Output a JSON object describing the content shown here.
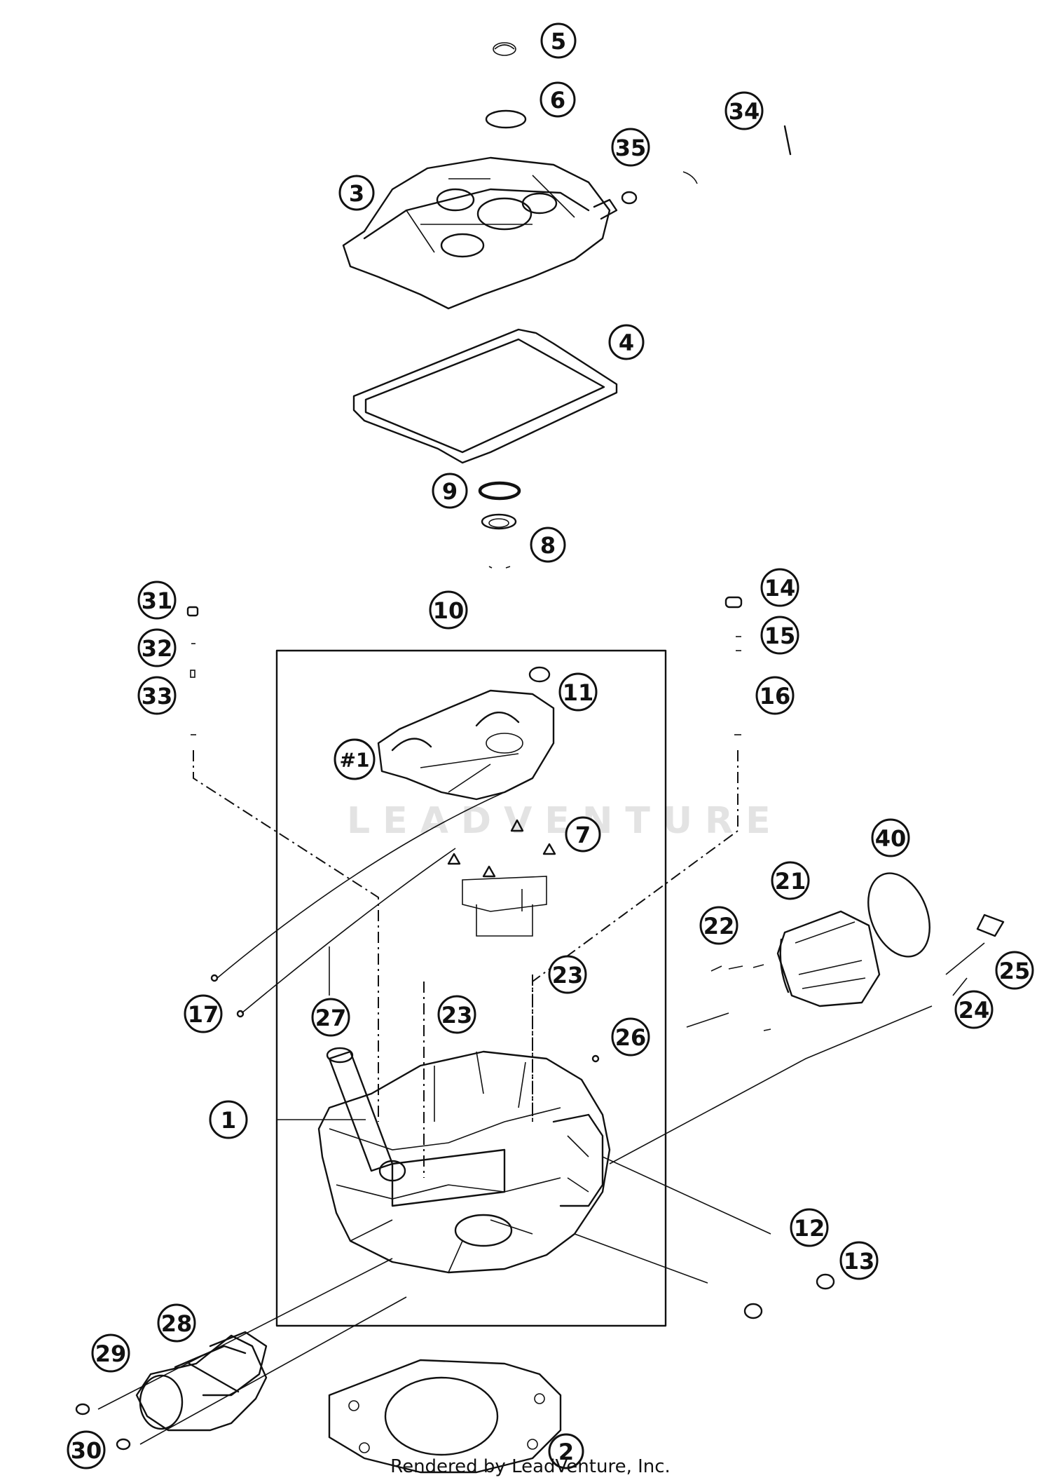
{
  "watermark": "LEADVENTURE",
  "credit": "Rendered by LeadVenture, Inc.",
  "callouts": [
    "5",
    "6",
    "34",
    "35",
    "3",
    "4",
    "9",
    "8",
    "31",
    "32",
    "33",
    "10",
    "14",
    "15",
    "16",
    "11",
    "#1",
    "7",
    "40",
    "21",
    "22",
    "25",
    "24",
    "23",
    "17",
    "27",
    "23",
    "26",
    "1",
    "12",
    "13",
    "28",
    "29",
    "30",
    "2"
  ]
}
